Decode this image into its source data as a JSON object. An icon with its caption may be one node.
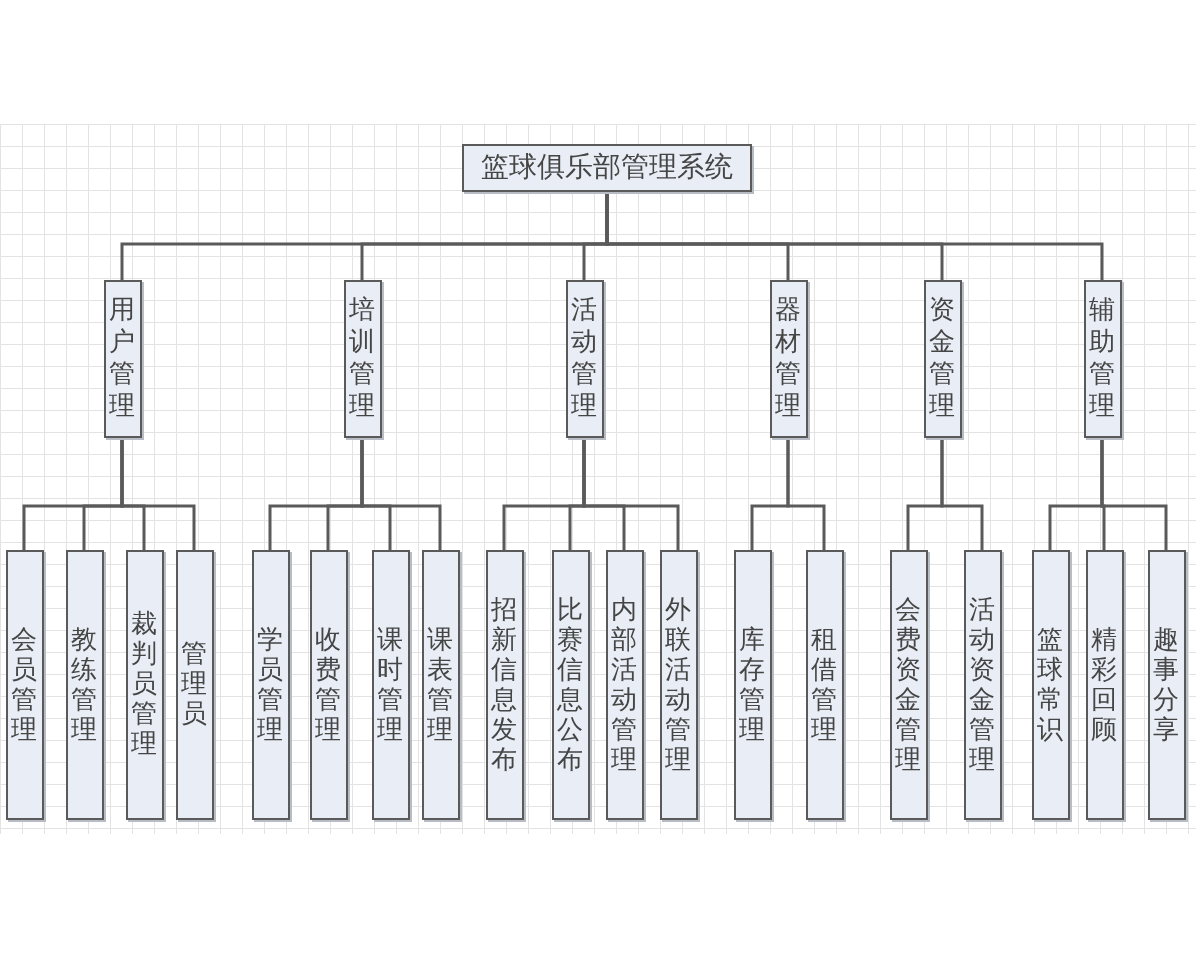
{
  "diagram": {
    "nodes": [
      {
        "text": [
          "篮球俱乐部管理系统"
        ]
      },
      {
        "text": [
          "用户管理"
        ]
      },
      {
        "text": [
          "培训管理"
        ]
      },
      {
        "text": [
          "活动管理"
        ]
      },
      {
        "text": [
          "器材管理"
        ]
      },
      {
        "text": [
          "资金管理"
        ]
      },
      {
        "text": [
          "辅助管理"
        ]
      },
      {
        "text": [
          "会员管理"
        ]
      },
      {
        "text": [
          "教练管理"
        ]
      },
      {
        "text": [
          "裁判员管理"
        ]
      },
      {
        "text": [
          "管理员"
        ]
      },
      {
        "text": [
          "学员管理"
        ]
      },
      {
        "text": [
          "收费管理"
        ]
      },
      {
        "text": [
          "课时管理"
        ]
      },
      {
        "text": [
          "课表管理"
        ]
      },
      {
        "text": [
          "招新信息发布"
        ]
      },
      {
        "text": [
          "比赛信息公布"
        ]
      },
      {
        "text": [
          "内部活动管理"
        ]
      },
      {
        "text": [
          "外联活动管理"
        ]
      },
      {
        "text": [
          "库存管理"
        ]
      },
      {
        "text": [
          "租借管理"
        ]
      },
      {
        "text": [
          "会费资金管理"
        ]
      },
      {
        "text": [
          "活动资金管理"
        ]
      },
      {
        "text": [
          "篮球常识"
        ]
      },
      {
        "text": [
          "精彩回顾"
        ]
      },
      {
        "text": [
          "趣事分享"
        ]
      }
    ],
    "edges": [
      {
        "from": 0,
        "to": 1,
        "arrow": "none"
      },
      {
        "from": 0,
        "to": 2,
        "arrow": "none"
      },
      {
        "from": 0,
        "to": 3,
        "arrow": "none"
      },
      {
        "from": 0,
        "to": 4,
        "arrow": "none"
      },
      {
        "from": 0,
        "to": 5,
        "arrow": "none"
      },
      {
        "from": 0,
        "to": 6,
        "arrow": "none"
      },
      {
        "from": 1,
        "to": 7,
        "arrow": "none"
      },
      {
        "from": 1,
        "to": 8,
        "arrow": "none"
      },
      {
        "from": 1,
        "to": 9,
        "arrow": "none"
      },
      {
        "from": 1,
        "to": 10,
        "arrow": "none"
      },
      {
        "from": 2,
        "to": 11,
        "arrow": "none"
      },
      {
        "from": 2,
        "to": 12,
        "arrow": "none"
      },
      {
        "from": 2,
        "to": 13,
        "arrow": "none"
      },
      {
        "from": 2,
        "to": 14,
        "arrow": "none"
      },
      {
        "from": 3,
        "to": 15,
        "arrow": "none"
      },
      {
        "from": 3,
        "to": 16,
        "arrow": "none"
      },
      {
        "from": 3,
        "to": 17,
        "arrow": "none"
      },
      {
        "from": 3,
        "to": 18,
        "arrow": "none"
      },
      {
        "from": 4,
        "to": 19,
        "arrow": "none"
      },
      {
        "from": 4,
        "to": 20,
        "arrow": "none"
      },
      {
        "from": 5,
        "to": 21,
        "arrow": "none"
      },
      {
        "from": 5,
        "to": 22,
        "arrow": "none"
      },
      {
        "from": 6,
        "to": 23,
        "arrow": "none"
      },
      {
        "from": 6,
        "to": 24,
        "arrow": "none"
      },
      {
        "from": 6,
        "to": 25,
        "arrow": "none"
      }
    ]
  }
}
